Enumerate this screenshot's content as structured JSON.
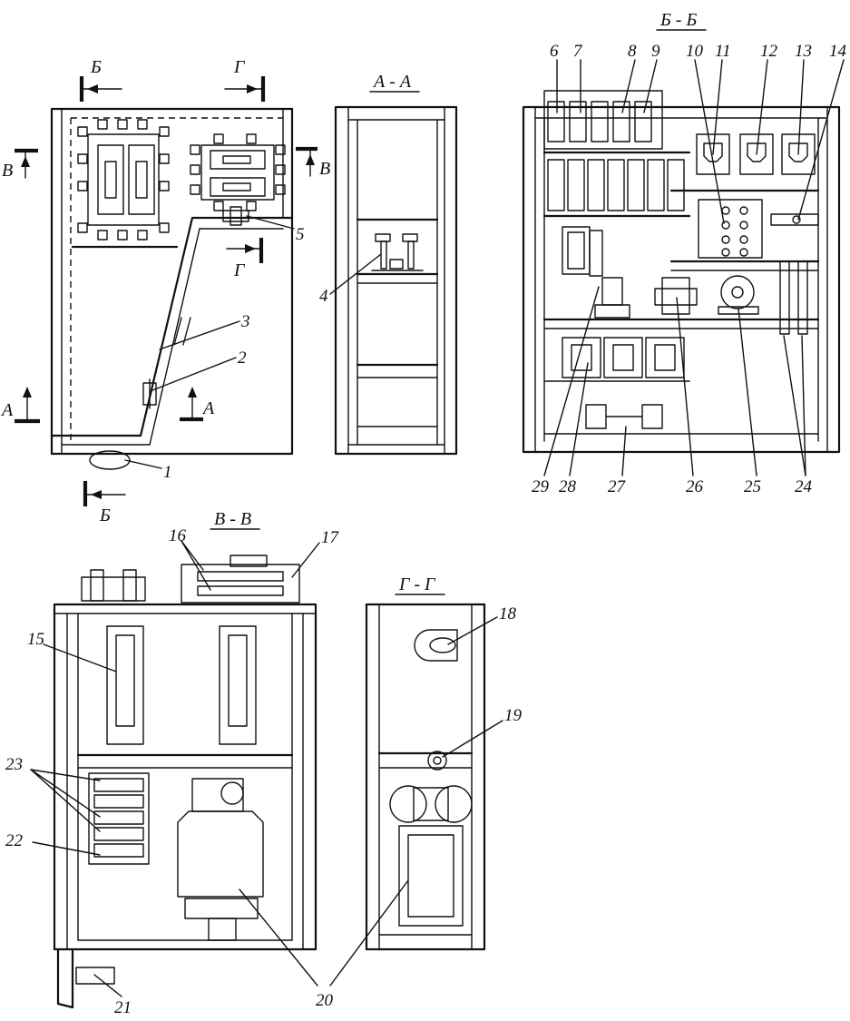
{
  "section_titles": {
    "aa": "А - А",
    "bb": "Б - Б",
    "vv": "В - В",
    "gg": "Г - Г"
  },
  "cut_letters": {
    "b": "Б",
    "g": "Г",
    "v": "В",
    "a": "А"
  },
  "callouts": [
    "1",
    "2",
    "3",
    "4",
    "5",
    "6",
    "7",
    "8",
    "9",
    "10",
    "11",
    "12",
    "13",
    "14",
    "15",
    "16",
    "17",
    "18",
    "19",
    "20",
    "21",
    "22",
    "23",
    "24",
    "25",
    "26",
    "27",
    "28",
    "29"
  ],
  "colors": {
    "ink": "#111111",
    "paper": "#ffffff"
  }
}
